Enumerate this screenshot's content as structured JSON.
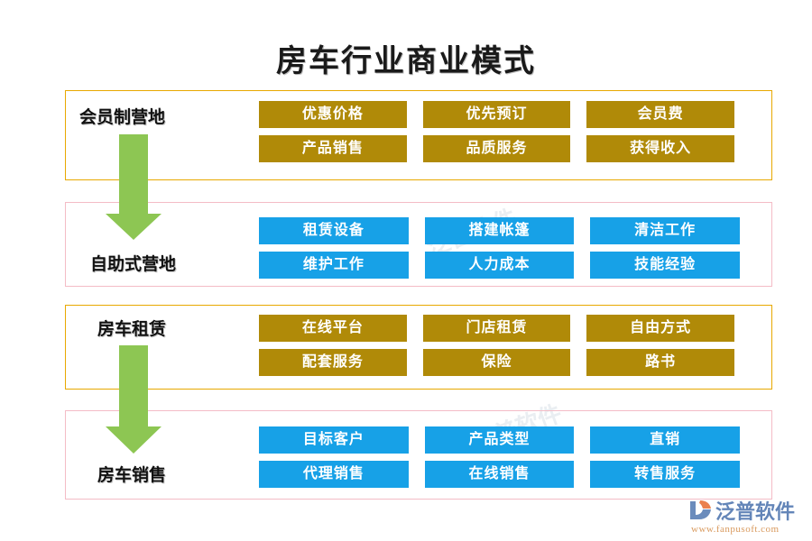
{
  "title": "房车行业商业模式",
  "watermarks": [
    "泛普软件",
    "泛普软件"
  ],
  "sections": [
    {
      "id": "membership-camp",
      "label": "会员制营地",
      "frame_color": "#e8a800",
      "item_color": "#b08a08",
      "items": [
        "优惠价格",
        "优先预订",
        "会员费",
        "产品销售",
        "品质服务",
        "获得收入"
      ]
    },
    {
      "id": "self-service-camp",
      "label": "自助式营地",
      "frame_color": "#f4bcc6",
      "item_color": "#17a1e7",
      "items": [
        "租赁设备",
        "搭建帐篷",
        "清洁工作",
        "维护工作",
        "人力成本",
        "技能经验"
      ]
    },
    {
      "id": "rv-rental",
      "label": "房车租赁",
      "frame_color": "#e8a800",
      "item_color": "#b08a08",
      "items": [
        "在线平台",
        "门店租赁",
        "自由方式",
        "配套服务",
        "保险",
        "路书"
      ]
    },
    {
      "id": "rv-sales",
      "label": "房车销售",
      "frame_color": "#f4bcc6",
      "item_color": "#17a1e7",
      "items": [
        "目标客户",
        "产品类型",
        "直销",
        "代理销售",
        "在线销售",
        "转售服务"
      ]
    }
  ],
  "arrows": [
    {
      "id": "arrow-membership-to-selfservice",
      "color": "#8dc653"
    },
    {
      "id": "arrow-rental-to-sales",
      "color": "#8dc653"
    }
  ],
  "logo": {
    "name": "泛普软件",
    "url": "www.fanpusoft.com",
    "mark_color": "#5b7fb5",
    "accent_color": "#e8733a",
    "text_color": "#5b7fb5",
    "url_color": "#d99a5e"
  }
}
